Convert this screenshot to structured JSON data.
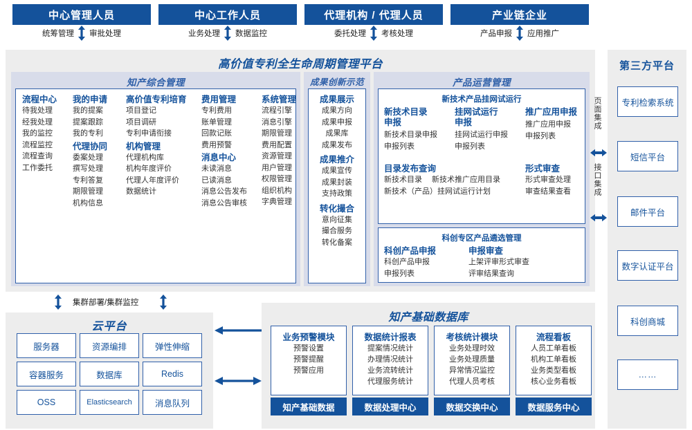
{
  "roles": [
    {
      "title": "中心管理人员",
      "left_action": "统筹管理",
      "right_action": "审批处理"
    },
    {
      "title": "中心工作人员",
      "left_action": "业务处理",
      "right_action": "数据监控"
    },
    {
      "title": "代理机构 / 代理人员",
      "left_action": "委托处理",
      "right_action": "考核处理"
    },
    {
      "title": "产业链企业",
      "left_action": "产品申报",
      "right_action": "应用推广"
    }
  ],
  "platform": {
    "title": "高价值专利全生命周期管理平台",
    "groups": {
      "zhichan": {
        "title": "知产综合管理",
        "columns": [
          {
            "sections": [
              {
                "head": "流程中心",
                "items": [
                  "待我处理",
                  "经我处理",
                  "我的监控",
                  "流程监控",
                  "流程查询",
                  "工作委托"
                ]
              }
            ]
          },
          {
            "sections": [
              {
                "head": "我的申请",
                "items": [
                  "我的提案",
                  "提案跟踪",
                  "我的专利"
                ]
              },
              {
                "head": "代理协同",
                "items": [
                  "委案处理",
                  "撰写处理",
                  "专利答复",
                  "期限管理",
                  "机构信息"
                ]
              }
            ]
          },
          {
            "sections": [
              {
                "head": "高价值专利培育",
                "items": [
                  "项目登记",
                  "项目调研",
                  "专利申请衔接"
                ]
              },
              {
                "head": "机构管理",
                "items": [
                  "代理机构库",
                  "机构年度评价",
                  "代理人年度评价",
                  "数据统计"
                ]
              }
            ]
          },
          {
            "sections": [
              {
                "head": "费用管理",
                "items": [
                  "专利费用",
                  "账单管理",
                  "回款记账",
                  "费用预警"
                ]
              },
              {
                "head": "消息中心",
                "items": [
                  "未读消息",
                  "已读消息",
                  "消息公告发布",
                  "消息公告审核"
                ]
              }
            ]
          },
          {
            "sections": [
              {
                "head": "系统管理",
                "items": [
                  "流程引擎",
                  "消息引擎",
                  "期限管理",
                  "费用配置",
                  "资源管理",
                  "用户管理",
                  "权限管理",
                  "组织机构",
                  "字典管理"
                ]
              }
            ]
          }
        ]
      },
      "chengguo": {
        "title": "成果创新示范",
        "sections": [
          {
            "head": "成果展示",
            "items": [
              "成果方向",
              "成果申报",
              "成果库",
              "成果发布"
            ]
          },
          {
            "head": "成果推介",
            "items": [
              "成果宣传",
              "成果封装",
              "支持政策"
            ]
          },
          {
            "head": "转化撮合",
            "items": [
              "意向征集",
              "撮合服务",
              "转化备案"
            ]
          }
        ]
      },
      "chanpin": {
        "title": "产品运营管理",
        "box1": {
          "title": "新技术产品挂网试运行",
          "row1": [
            {
              "head": "新技术目录申报",
              "items": [
                "新技术目录申报",
                "申报列表"
              ]
            },
            {
              "head": "挂网试运行申报",
              "items": [
                "挂网试运行申报",
                "申报列表"
              ]
            },
            {
              "head": "推广应用申报",
              "items": [
                "推广应用申报",
                "申报列表"
              ]
            }
          ],
          "row2_left": {
            "head": "目录发布查询",
            "items_a": [
              "新技术目录",
              "新技术（产品）挂网试运行计划"
            ],
            "items_b": [
              "新技术推广应用目录"
            ]
          },
          "row2_right": {
            "head": "形式审查",
            "items": [
              "形式审查处理",
              "审查结果查看"
            ]
          }
        },
        "box2": {
          "title": "科创专区产品遴选管理",
          "cols": [
            {
              "head": "科创产品申报",
              "items": [
                "科创产品申报",
                "申报列表"
              ]
            },
            {
              "head": "申报审查",
              "items": [
                "上架评审形式审查",
                "评审结果查询"
              ]
            }
          ]
        }
      }
    }
  },
  "integration": {
    "page_label": "页面集成",
    "api_label": "接口集成"
  },
  "third_party": {
    "title": "第三方平台",
    "items": [
      "专利检索系统",
      "短信平台",
      "邮件平台",
      "数字认证平台",
      "科创商城",
      "……"
    ]
  },
  "cluster_label": "集群部署/集群监控",
  "cloud": {
    "title": "云平台",
    "cells": [
      "服务器",
      "资源编排",
      "弹性伸缩",
      "容器服务",
      "数据库",
      "Redis",
      "OSS",
      "Elasticsearch",
      "消息队列"
    ]
  },
  "database": {
    "title": "知产基础数据库",
    "columns": [
      {
        "head": "业务预警模块",
        "items": [
          "预警设置",
          "预警提醒",
          "预警应用"
        ],
        "foot": "知产基础数据"
      },
      {
        "head": "数据统计报表",
        "items": [
          "提案情况统计",
          "办理情况统计",
          "业务流转统计",
          "代理服务统计"
        ],
        "foot": "数据处理中心"
      },
      {
        "head": "考核统计模块",
        "items": [
          "业务处理时效",
          "业务处理质量",
          "异常情况监控",
          "代理人员考核"
        ],
        "foot": "数据交换中心"
      },
      {
        "head": "流程看板",
        "items": [
          "人员工单看板",
          "机构工单看板",
          "业务类型看板",
          "核心业务看板"
        ],
        "foot": "数据服务中心"
      }
    ]
  },
  "colors": {
    "dark_blue": "#14529B",
    "lavender": "#D8DCEA",
    "gray": "#EDEDED",
    "border_blue": "#2F5FA9"
  }
}
